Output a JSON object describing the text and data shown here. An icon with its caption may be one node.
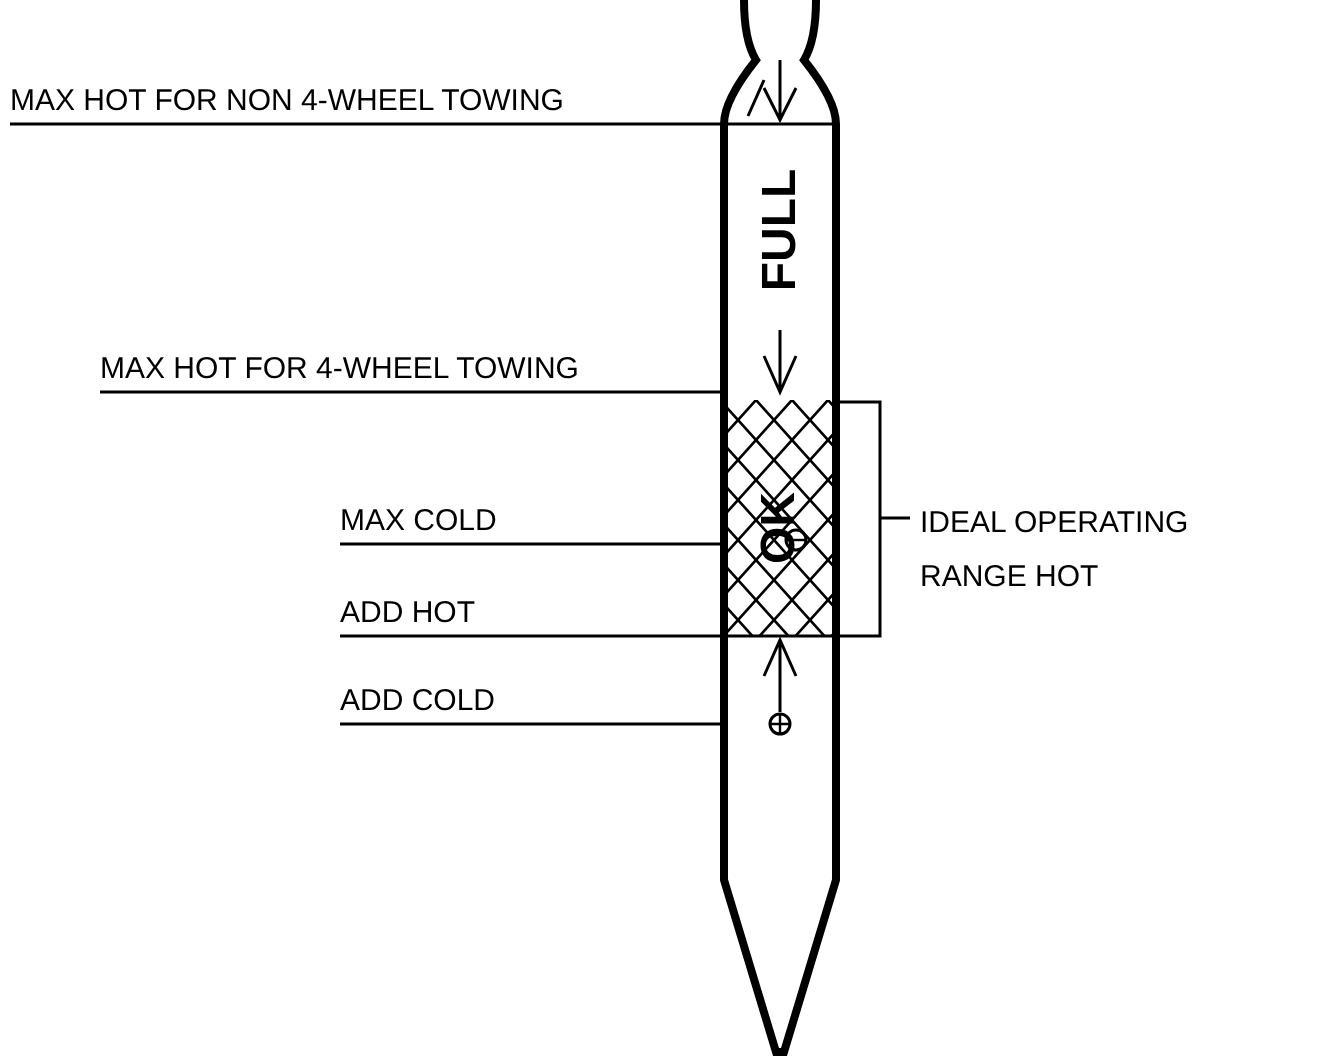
{
  "diagram": {
    "nodes": [
      {
        "text": [
          "FULL",
          "OK"
        ]
      },
      {
        "text": [
          "MAX HOT FOR NON 4-WHEEL TOWING"
        ]
      },
      {
        "text": [
          "MAX HOT FOR 4-WHEEL TOWING"
        ]
      },
      {
        "text": [
          "MAX COLD"
        ]
      },
      {
        "text": [
          "ADD HOT"
        ]
      },
      {
        "text": [
          "ADD COLD"
        ]
      }
    ],
    "edges": [
      {
        "from": 1,
        "to": 0,
        "arrow": "none"
      },
      {
        "from": 2,
        "to": 0,
        "arrow": "none"
      },
      {
        "from": 3,
        "to": 0,
        "arrow": "none"
      },
      {
        "from": 4,
        "to": 0,
        "arrow": "none"
      },
      {
        "from": 5,
        "to": 0,
        "arrow": "none"
      }
    ],
    "labels": [
      "IDEAL OPERATING RANGE HOT"
    ]
  }
}
